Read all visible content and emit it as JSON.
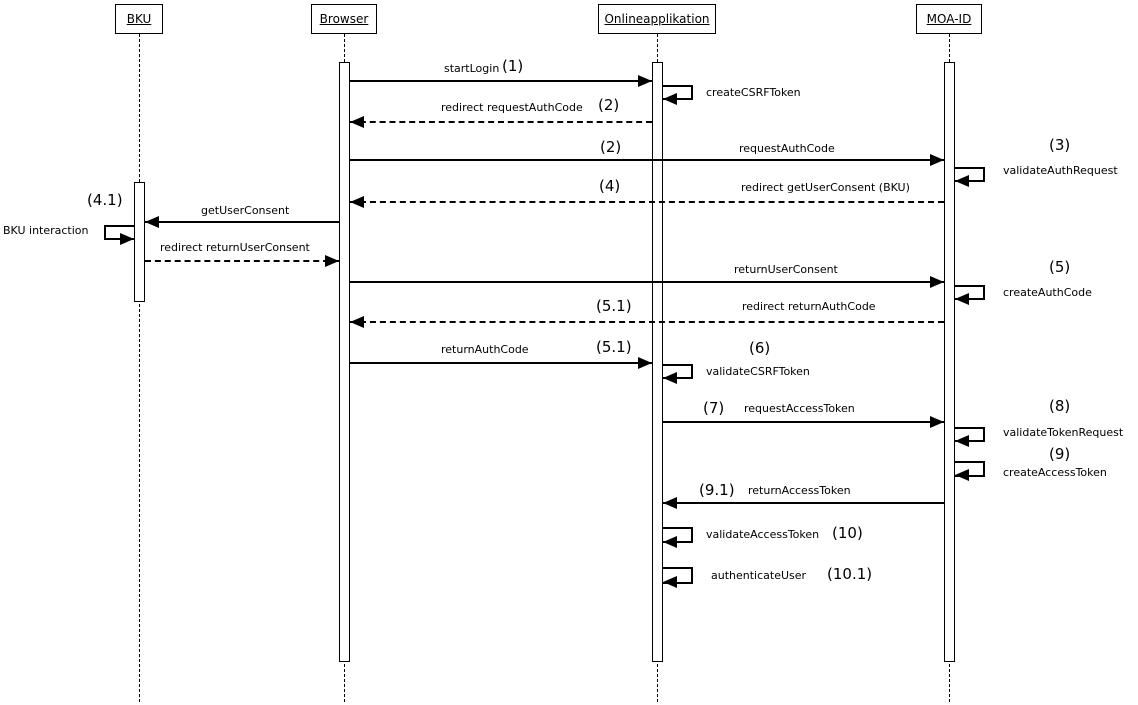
{
  "colors": {
    "foreground": "#000000",
    "background": "#ffffff"
  },
  "participants": [
    {
      "id": "bku",
      "label": "BKU"
    },
    {
      "id": "browser",
      "label": "Browser"
    },
    {
      "id": "onlineapplikation",
      "label": "Onlineapplikation"
    },
    {
      "id": "moa-id",
      "label": "MOA-ID"
    }
  ],
  "messages": [
    {
      "label": "startLogin",
      "num": "(1)",
      "from": "Browser",
      "to": "Onlineapplikation",
      "type": "call"
    },
    {
      "label": "createCSRFToken",
      "on": "Onlineapplikation",
      "type": "self"
    },
    {
      "label": "redirect requestAuthCode",
      "num": "(2)",
      "from": "Onlineapplikation",
      "to": "Browser",
      "type": "return"
    },
    {
      "label": "requestAuthCode",
      "num_left": "(2)",
      "num_right": "(3)",
      "from": "Browser",
      "to": "MOA-ID",
      "type": "call"
    },
    {
      "label": "validateAuthRequest",
      "on": "MOA-ID",
      "type": "self"
    },
    {
      "label": "redirect getUserConsent (BKU)",
      "num": "(4)",
      "from": "MOA-ID",
      "to": "Browser",
      "type": "return"
    },
    {
      "label": "getUserConsent",
      "num": "(4.1)",
      "from": "Browser",
      "to": "BKU",
      "type": "call"
    },
    {
      "label": "BKU interaction",
      "on": "BKU",
      "type": "self"
    },
    {
      "label": "redirect returnUserConsent",
      "from": "BKU",
      "to": "Browser",
      "type": "return"
    },
    {
      "label": "returnUserConsent",
      "num": "(5)",
      "from": "Browser",
      "to": "MOA-ID",
      "type": "call"
    },
    {
      "label": "createAuthCode",
      "on": "MOA-ID",
      "type": "self"
    },
    {
      "label": "redirect returnAuthCode",
      "num": "(5.1)",
      "from": "MOA-ID",
      "to": "Browser",
      "type": "return"
    },
    {
      "label": "returnAuthCode",
      "num": "(5.1)",
      "from": "Browser",
      "to": "Onlineapplikation",
      "type": "call"
    },
    {
      "label": "validateCSRFToken",
      "num": "(6)",
      "on": "Onlineapplikation",
      "type": "self"
    },
    {
      "label": "requestAccessToken",
      "num_left": "(7)",
      "num_right": "(8)",
      "from": "Onlineapplikation",
      "to": "MOA-ID",
      "type": "call"
    },
    {
      "label": "validateTokenRequest",
      "on": "MOA-ID",
      "type": "self"
    },
    {
      "label": "createAccessToken",
      "num": "(9)",
      "on": "MOA-ID",
      "type": "self"
    },
    {
      "label": "returnAccessToken",
      "num": "(9.1)",
      "from": "MOA-ID",
      "to": "Onlineapplikation",
      "type": "call"
    },
    {
      "label": "validateAccessToken",
      "num": "(10)",
      "on": "Onlineapplikation",
      "type": "self"
    },
    {
      "label": "authenticateUser",
      "num": "(10.1)",
      "on": "Onlineapplikation",
      "type": "self"
    }
  ]
}
